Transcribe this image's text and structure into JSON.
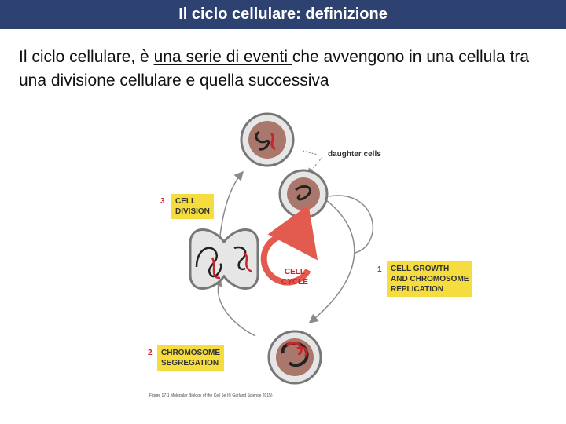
{
  "slide": {
    "title": "Il ciclo cellulare: definizione",
    "intro_before": "Il ciclo cellulare, è ",
    "intro_underlined": "una serie di eventi ",
    "intro_after": "che avvengono in una cellula tra una divisione cellulare e quella successiva"
  },
  "diagram": {
    "daughter_cells_label": "daughter cells",
    "center_label": "CELL\nCYCLE",
    "stages": [
      {
        "number": "1",
        "label": "CELL GROWTH\nAND CHROMOSOME\nREPLICATION"
      },
      {
        "number": "2",
        "label": "CHROMOSOME\nSEGREGATION"
      },
      {
        "number": "3",
        "label": "CELL\nDIVISION"
      }
    ],
    "caption": "Figure 17-1  Molecular Biology of the Cell 6e (© Garland Science 2015)",
    "colors": {
      "title_bar": "#2e4272",
      "label_box": "#f5dc3f",
      "accent_red": "#c8242b",
      "nucleus": "#a9776c",
      "cell_fill": "#e6e6e6"
    }
  }
}
